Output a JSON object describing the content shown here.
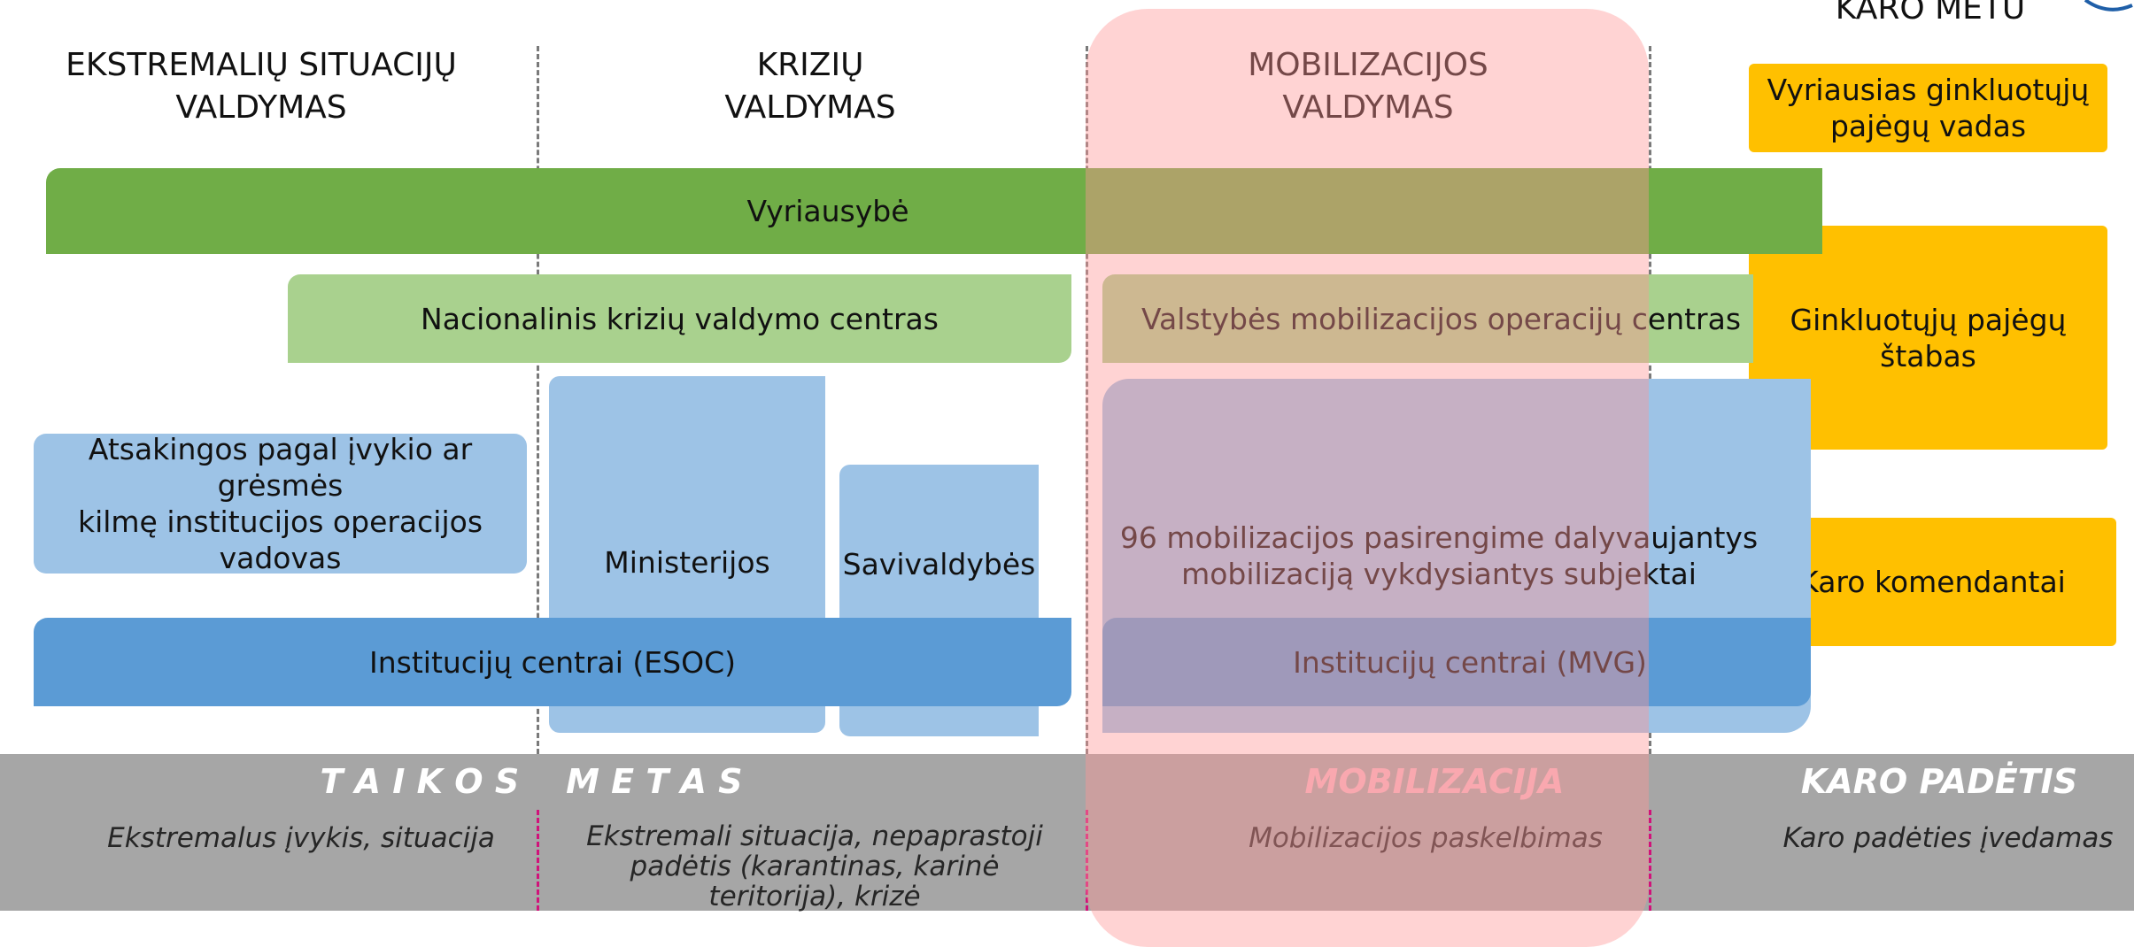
{
  "headers": {
    "emergency": "EKSTREMALIŲ SITUACIJŲ\nVALDYMAS",
    "crisis": "KRIZIŲ\nVALDYMAS",
    "mobilization": "MOBILIZACIJOS\nVALDYMAS",
    "wartime": "KARO METU"
  },
  "boxes": {
    "government": "Vyriausybė",
    "national_crisis_center": "Nacionalinis krizių valdymo centras",
    "state_mobilization_center": "Valstybės mobilizacijos operacijų centras",
    "responsible_institutions": "Atsakingos pagal įvykio ar grėsmės\nkilmę institucijos operacijos\nvadovas",
    "ministries": "Ministerijos",
    "municipalities": "Savivaldybės",
    "mobilization_subjects": "96 mobilizacijos pasirengime dalyvaujantys\nmobilizaciją vykdysiantys subjektai",
    "institution_centers_esoc": "Institucijų centrai (ESOC)",
    "institution_centers_mvg": "Institucijų centrai (MVG)",
    "chief_commander": "Vyriausias ginkluotųjų\npajėgų vadas",
    "armed_forces_staff": "Ginkluotųjų pajėgų štabas",
    "military_commandants": "Karo komendantai"
  },
  "bottom_band": {
    "peacetime": "T A I K O S    M E T A S",
    "mobilization": "MOBILIZACIJA",
    "martial_law": "KARO PADĖTIS",
    "emergency_event": "Ekstremalus įvykis, situacija",
    "emergency_situation": "Ekstremali situacija, nepaprastoji\npadėtis (karantinas, karinė\nteritorija), krizė",
    "mobilization_declared": "Mobilizacijos paskelbimas",
    "martial_law_imposed": "Karo padėties įvedamas"
  },
  "colors": {
    "green_dark": "#70ad47",
    "green_light": "#a9d18e",
    "blue_light": "#9dc3e6",
    "blue_mid": "#5b9bd5",
    "orange": "#ffc000",
    "grey_band": "#a6a6a6",
    "mobilization_overlay": "#ff9696",
    "mobilization_title": "#f4b6c2"
  }
}
